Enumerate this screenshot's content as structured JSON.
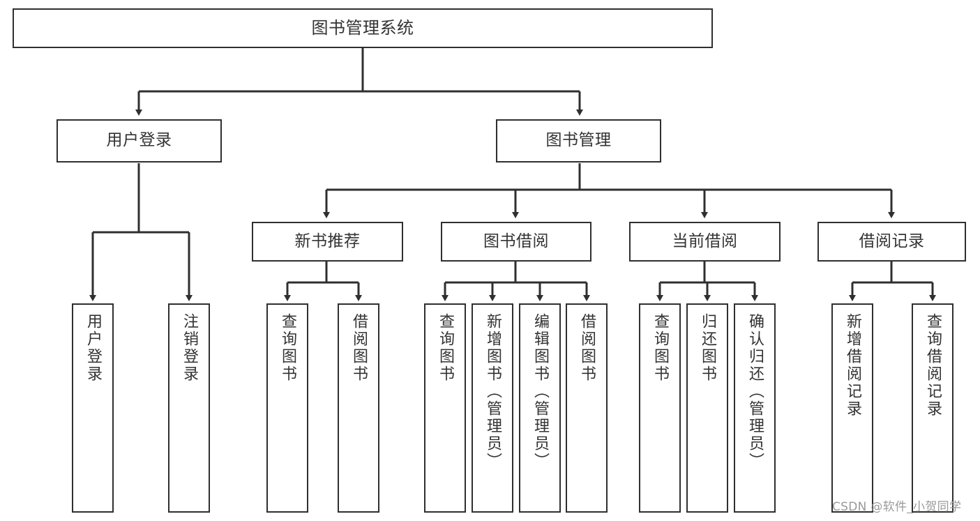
{
  "diagram": {
    "type": "hierarchy-tree",
    "title": "图书管理系统",
    "watermark": "CSDN @软件_小贺同学",
    "colors": {
      "box_border": "#2f2f2f",
      "box_fill": "#ffffff",
      "edge": "#2f2f2f",
      "text": "#333333",
      "watermark": "#9a9a9a",
      "background": "#ffffff"
    },
    "levels": {
      "root": "图书管理系统",
      "level2": [
        "用户登录",
        "图书管理"
      ],
      "level3": [
        "新书推荐",
        "图书借阅",
        "当前借阅",
        "借阅记录"
      ]
    },
    "nodes": {
      "root": {
        "label": "图书管理系统",
        "orientation": "horizontal"
      },
      "user_login": {
        "label": "用户登录",
        "orientation": "horizontal"
      },
      "book_manage": {
        "label": "图书管理",
        "orientation": "horizontal"
      },
      "new_book_rec": {
        "label": "新书推荐",
        "orientation": "horizontal"
      },
      "book_borrow": {
        "label": "图书借阅",
        "orientation": "horizontal"
      },
      "current_borrow": {
        "label": "当前借阅",
        "orientation": "horizontal"
      },
      "borrow_record": {
        "label": "借阅记录",
        "orientation": "horizontal"
      },
      "leaf_user_login": {
        "label": "用户登录",
        "orientation": "vertical"
      },
      "leaf_logout": {
        "label": "注销登录",
        "orientation": "vertical"
      },
      "leaf_query_book_1": {
        "label": "查询图书",
        "orientation": "vertical"
      },
      "leaf_borrow_book_1": {
        "label": "借阅图书",
        "orientation": "vertical"
      },
      "leaf_query_book_2": {
        "label": "查询图书",
        "orientation": "vertical"
      },
      "leaf_add_book": {
        "label": "新增图书（管理员）",
        "orientation": "vertical"
      },
      "leaf_edit_book": {
        "label": "编辑图书（管理员）",
        "orientation": "vertical"
      },
      "leaf_borrow_book_2": {
        "label": "借阅图书",
        "orientation": "vertical"
      },
      "leaf_query_book_3": {
        "label": "查询图书",
        "orientation": "vertical"
      },
      "leaf_return_book": {
        "label": "归还图书",
        "orientation": "vertical"
      },
      "leaf_confirm_return": {
        "label": "确认归还（管理员）",
        "orientation": "vertical"
      },
      "leaf_add_record": {
        "label": "新增借阅记录",
        "orientation": "vertical"
      },
      "leaf_query_record": {
        "label": "查询借阅记录",
        "orientation": "vertical"
      }
    },
    "edges": [
      {
        "from": "图书管理系统",
        "to": "用户登录"
      },
      {
        "from": "图书管理系统",
        "to": "图书管理"
      },
      {
        "from": "用户登录",
        "to": "用户登录"
      },
      {
        "from": "用户登录",
        "to": "注销登录"
      },
      {
        "from": "图书管理",
        "to": "新书推荐"
      },
      {
        "from": "图书管理",
        "to": "图书借阅"
      },
      {
        "from": "图书管理",
        "to": "当前借阅"
      },
      {
        "from": "图书管理",
        "to": "借阅记录"
      },
      {
        "from": "新书推荐",
        "to": "查询图书"
      },
      {
        "from": "新书推荐",
        "to": "借阅图书"
      },
      {
        "from": "图书借阅",
        "to": "查询图书"
      },
      {
        "from": "图书借阅",
        "to": "新增图书（管理员）"
      },
      {
        "from": "图书借阅",
        "to": "编辑图书（管理员）"
      },
      {
        "from": "图书借阅",
        "to": "借阅图书"
      },
      {
        "from": "当前借阅",
        "to": "查询图书"
      },
      {
        "from": "当前借阅",
        "to": "归还图书"
      },
      {
        "from": "当前借阅",
        "to": "确认归还（管理员）"
      },
      {
        "from": "借阅记录",
        "to": "新增借阅记录"
      },
      {
        "from": "借阅记录",
        "to": "查询借阅记录"
      }
    ]
  }
}
